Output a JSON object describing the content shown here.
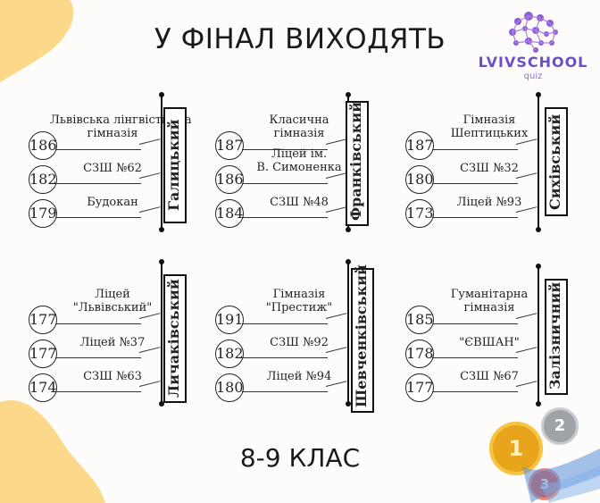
{
  "title": "У ФІНАЛ ВИХОДЯТЬ",
  "footer": "8-9 КЛАС",
  "logo": {
    "name": "LVIVSCHOOL",
    "sub": "quiz",
    "icon": "brain-icon",
    "color": "#6b4fc4"
  },
  "medals": [
    "1",
    "2",
    "3"
  ],
  "groups": [
    {
      "district": "Галицький",
      "rows": [
        {
          "score": "186",
          "school": [
            "Львівська лінгвістична",
            "гімназія"
          ]
        },
        {
          "score": "182",
          "school": [
            "СЗШ №62"
          ]
        },
        {
          "score": "179",
          "school": [
            "Будокан"
          ]
        }
      ]
    },
    {
      "district": "Франківський",
      "rows": [
        {
          "score": "187",
          "school": [
            "Класична",
            "гімназія"
          ]
        },
        {
          "score": "186",
          "school": [
            "Ліцей ім.",
            "В. Симоненка"
          ]
        },
        {
          "score": "184",
          "school": [
            "СЗШ №48"
          ]
        }
      ]
    },
    {
      "district": "Сихівський",
      "rows": [
        {
          "score": "187",
          "school": [
            "Гімназія",
            "Шептицьких"
          ]
        },
        {
          "score": "180",
          "school": [
            "СЗШ №32"
          ]
        },
        {
          "score": "173",
          "school": [
            "Ліцей №93"
          ]
        }
      ]
    },
    {
      "district": "Личаківський",
      "rows": [
        {
          "score": "177",
          "school": [
            "Ліцей",
            "\"Львівський\""
          ]
        },
        {
          "score": "177",
          "school": [
            "Ліцей №37"
          ]
        },
        {
          "score": "174",
          "school": [
            "СЗШ №63"
          ]
        }
      ]
    },
    {
      "district": "Шевченківський",
      "rows": [
        {
          "score": "191",
          "school": [
            "Гімназія",
            "\"Престиж\""
          ]
        },
        {
          "score": "182",
          "school": [
            "СЗШ №92"
          ]
        },
        {
          "score": "180",
          "school": [
            "Ліцей №94"
          ]
        }
      ]
    },
    {
      "district": "Залізничний",
      "rows": [
        {
          "score": "185",
          "school": [
            "Гуманітарна",
            "гімназія"
          ]
        },
        {
          "score": "178",
          "school": [
            "\"ЄВШАН\""
          ]
        },
        {
          "score": "177",
          "school": [
            "СЗШ №67"
          ]
        }
      ]
    }
  ]
}
